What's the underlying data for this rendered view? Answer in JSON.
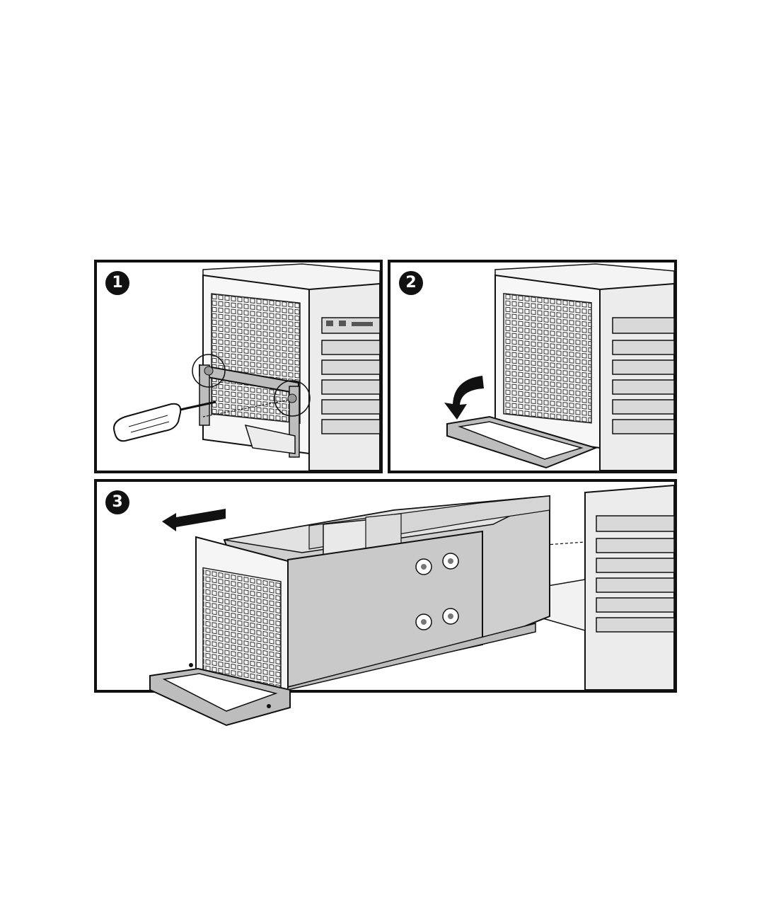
{
  "steps": [
    {
      "number": "1"
    },
    {
      "number": "2"
    },
    {
      "number": "3"
    }
  ],
  "colors": {
    "line": "#111111",
    "panel_fill": "#cfcfcf",
    "light_fill": "#e6e6e6",
    "border": "#111111"
  },
  "icons": {
    "step_1": "screwdriver-icon",
    "step_2": "rotate-down-arrow-icon",
    "step_3": "pull-left-arrow-icon"
  }
}
